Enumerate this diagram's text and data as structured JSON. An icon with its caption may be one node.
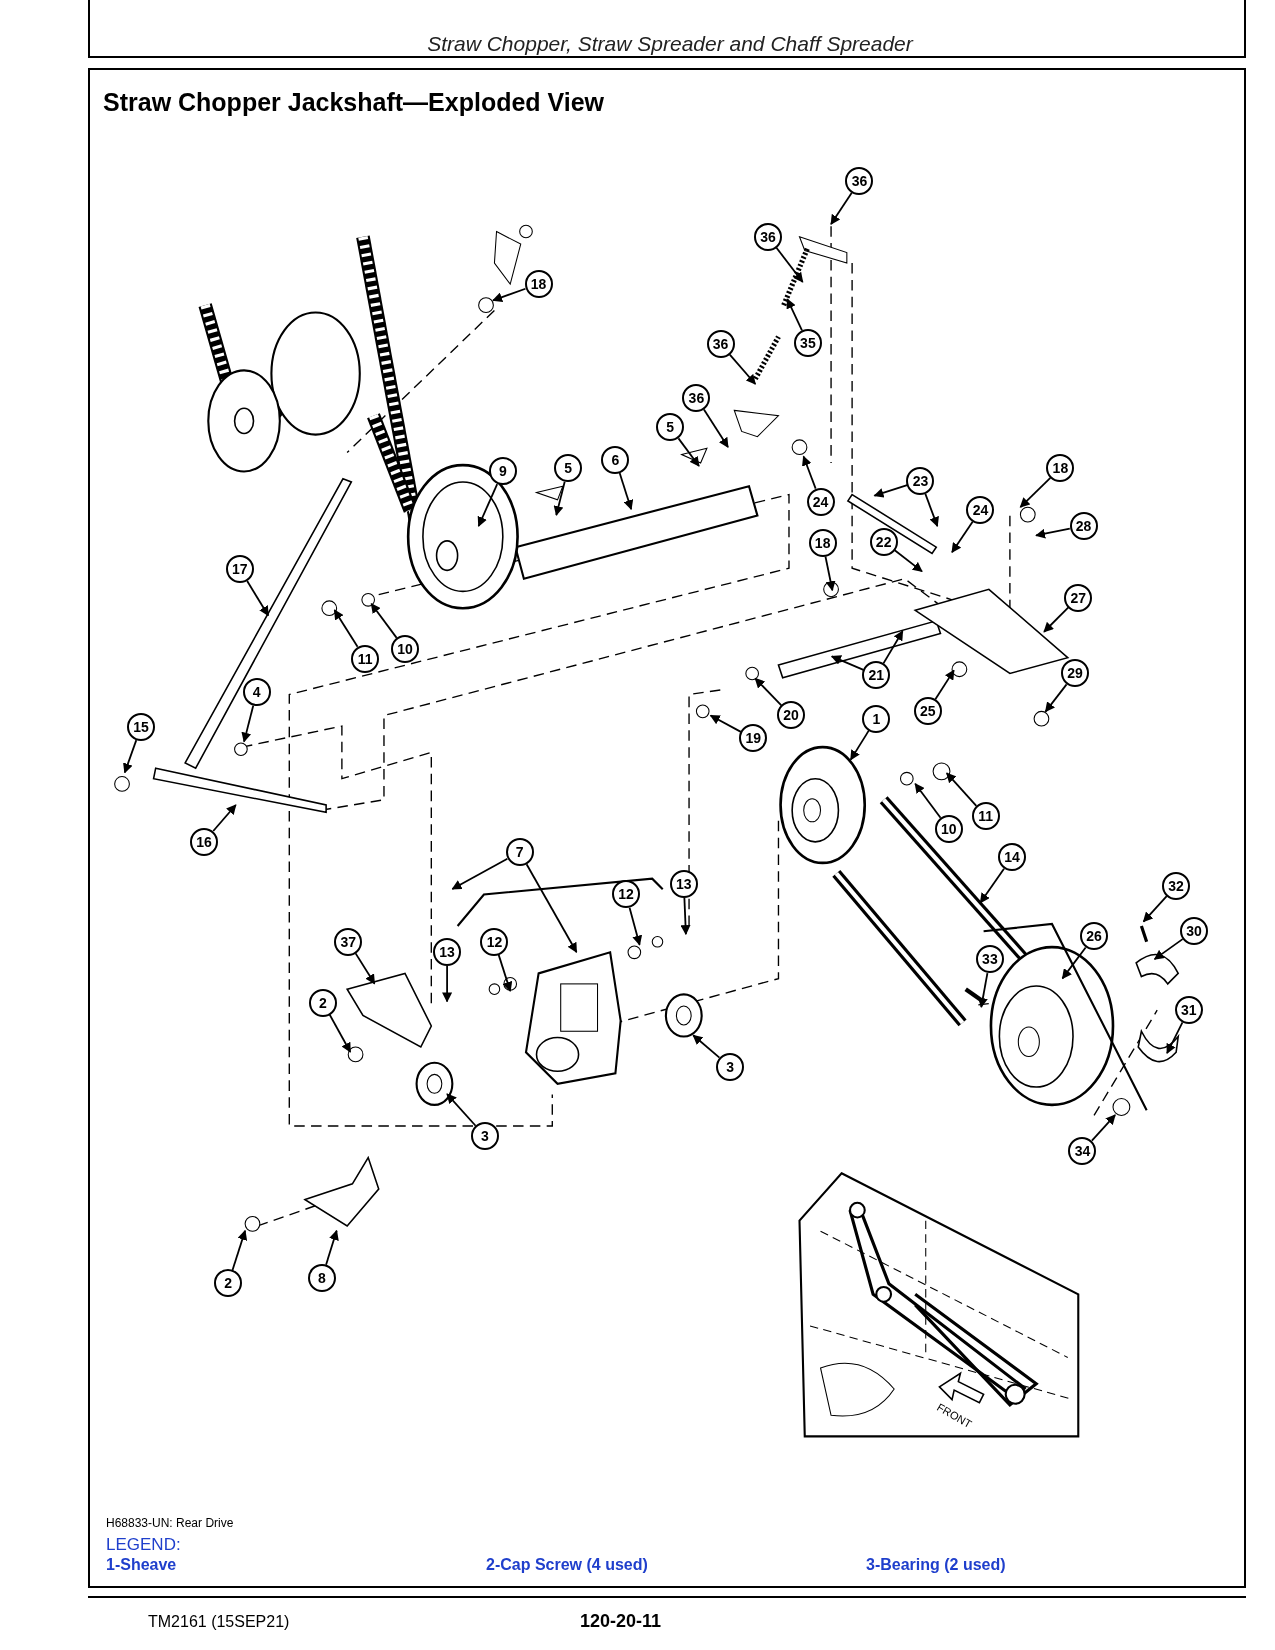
{
  "diagram": {
    "title": "Straw Chopper Jackshaft—Exploded View",
    "nodes": [
      {
        "text": [
          "36"
        ]
      },
      {
        "text": [
          "36"
        ]
      },
      {
        "text": [
          "18"
        ]
      },
      {
        "text": [
          "35"
        ]
      },
      {
        "text": [
          "36"
        ]
      },
      {
        "text": [
          "36"
        ]
      },
      {
        "text": [
          "5"
        ]
      },
      {
        "text": [
          "6"
        ]
      },
      {
        "text": [
          "9"
        ]
      },
      {
        "text": [
          "5"
        ]
      },
      {
        "text": [
          "24"
        ]
      },
      {
        "text": [
          "23"
        ]
      },
      {
        "text": [
          "18"
        ]
      },
      {
        "text": [
          "24"
        ]
      },
      {
        "text": [
          "28"
        ]
      },
      {
        "text": [
          "22"
        ]
      },
      {
        "text": [
          "18"
        ]
      },
      {
        "text": [
          "27"
        ]
      },
      {
        "text": [
          "17"
        ]
      },
      {
        "text": [
          "11"
        ]
      },
      {
        "text": [
          "10"
        ]
      },
      {
        "text": [
          "21"
        ]
      },
      {
        "text": [
          "29"
        ]
      },
      {
        "text": [
          "25"
        ]
      },
      {
        "text": [
          "4"
        ]
      },
      {
        "text": [
          "20"
        ]
      },
      {
        "text": [
          "19"
        ]
      },
      {
        "text": [
          "1"
        ]
      },
      {
        "text": [
          "15"
        ]
      },
      {
        "text": [
          "10"
        ]
      },
      {
        "text": [
          "11"
        ]
      },
      {
        "text": [
          "16"
        ]
      },
      {
        "text": [
          "14"
        ]
      },
      {
        "text": [
          "7"
        ]
      },
      {
        "text": [
          "32"
        ]
      },
      {
        "text": [
          "12"
        ]
      },
      {
        "text": [
          "13"
        ]
      },
      {
        "text": [
          "30"
        ]
      },
      {
        "text": [
          "26"
        ]
      },
      {
        "text": [
          "13"
        ]
      },
      {
        "text": [
          "12"
        ]
      },
      {
        "text": [
          "37"
        ]
      },
      {
        "text": [
          "33"
        ]
      },
      {
        "text": [
          "2"
        ]
      },
      {
        "text": [
          "31"
        ]
      },
      {
        "text": [
          "3"
        ]
      },
      {
        "text": [
          "3"
        ]
      },
      {
        "text": [
          "34"
        ]
      },
      {
        "text": [
          "2"
        ]
      },
      {
        "text": [
          "8"
        ]
      }
    ],
    "edges": [
      {
        "from": 0,
        "to": null,
        "arrow": "to"
      },
      {
        "from": 1,
        "to": null,
        "arrow": "to"
      },
      {
        "from": 2,
        "to": null,
        "arrow": "to"
      },
      {
        "from": 3,
        "to": null,
        "arrow": "to"
      },
      {
        "from": 4,
        "to": null,
        "arrow": "to"
      },
      {
        "from": 5,
        "to": null,
        "arrow": "to"
      },
      {
        "from": 6,
        "to": null,
        "arrow": "to"
      },
      {
        "from": 7,
        "to": null,
        "arrow": "to"
      },
      {
        "from": 8,
        "to": null,
        "arrow": "to"
      },
      {
        "from": 9,
        "to": null,
        "arrow": "to"
      },
      {
        "from": 10,
        "to": null,
        "arrow": "to"
      },
      {
        "from": 11,
        "to": null,
        "arrow": "to"
      },
      {
        "from": 11,
        "to": null,
        "arrow": "to"
      },
      {
        "from": 12,
        "to": null,
        "arrow": "to"
      },
      {
        "from": 13,
        "to": null,
        "arrow": "to"
      },
      {
        "from": 14,
        "to": null,
        "arrow": "to"
      },
      {
        "from": 15,
        "to": null,
        "arrow": "to"
      },
      {
        "from": 16,
        "to": null,
        "arrow": "to"
      },
      {
        "from": 17,
        "to": null,
        "arrow": "to"
      },
      {
        "from": 18,
        "to": null,
        "arrow": "to"
      },
      {
        "from": 19,
        "to": null,
        "arrow": "to"
      },
      {
        "from": 20,
        "to": null,
        "arrow": "to"
      },
      {
        "from": 21,
        "to": null,
        "arrow": "to"
      },
      {
        "from": 21,
        "to": null,
        "arrow": "to"
      },
      {
        "from": 22,
        "to": null,
        "arrow": "to"
      },
      {
        "from": 23,
        "to": null,
        "arrow": "to"
      },
      {
        "from": 24,
        "to": null,
        "arrow": "to"
      },
      {
        "from": 25,
        "to": null,
        "arrow": "to"
      },
      {
        "from": 26,
        "to": null,
        "arrow": "to"
      },
      {
        "from": 27,
        "to": null,
        "arrow": "to"
      },
      {
        "from": 28,
        "to": null,
        "arrow": "to"
      },
      {
        "from": 29,
        "to": null,
        "arrow": "to"
      },
      {
        "from": 30,
        "to": null,
        "arrow": "to"
      },
      {
        "from": 31,
        "to": null,
        "arrow": "to"
      },
      {
        "from": 32,
        "to": null,
        "arrow": "to"
      },
      {
        "from": 33,
        "to": null,
        "arrow": "to"
      },
      {
        "from": 33,
        "to": null,
        "arrow": "to"
      },
      {
        "from": 34,
        "to": null,
        "arrow": "to"
      },
      {
        "from": 35,
        "to": null,
        "arrow": "to"
      },
      {
        "from": 36,
        "to": null,
        "arrow": "to"
      },
      {
        "from": 37,
        "to": null,
        "arrow": "to"
      },
      {
        "from": 38,
        "to": null,
        "arrow": "to"
      },
      {
        "from": 39,
        "to": null,
        "arrow": "to"
      },
      {
        "from": 40,
        "to": null,
        "arrow": "to"
      },
      {
        "from": 41,
        "to": null,
        "arrow": "to"
      },
      {
        "from": 42,
        "to": null,
        "arrow": "to"
      },
      {
        "from": 43,
        "to": null,
        "arrow": "to"
      },
      {
        "from": 44,
        "to": null,
        "arrow": "to"
      },
      {
        "from": 45,
        "to": null,
        "arrow": "to"
      },
      {
        "from": 46,
        "to": null,
        "arrow": "to"
      },
      {
        "from": 47,
        "to": null,
        "arrow": "to"
      },
      {
        "from": 48,
        "to": null,
        "arrow": "to"
      },
      {
        "from": 49,
        "to": null,
        "arrow": "to"
      }
    ],
    "labels": [
      "Straw Chopper, Straw Spreader and Chaff Spreader",
      "FRONT",
      "H68833-UN: Rear Drive",
      "LEGEND:",
      "1-Sheave",
      "2-Cap Screw (4 used)",
      "3-Bearing (2 used)",
      "TM2161 (15SEP21)",
      "120-20-11"
    ]
  }
}
